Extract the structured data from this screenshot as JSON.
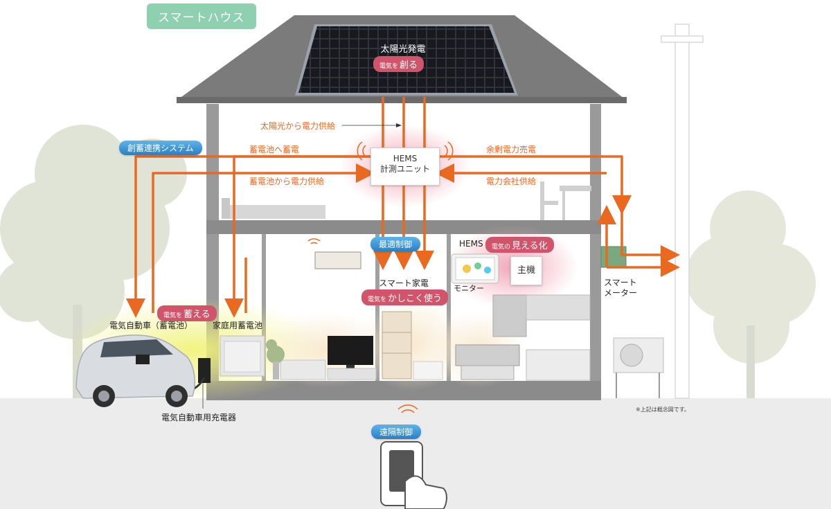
{
  "title": "スマートハウス",
  "solar": {
    "title": "太陽光発電",
    "tag_small": "電気を",
    "tag_big": "創る"
  },
  "hems_unit": {
    "line1": "HEMS",
    "line2": "計測ユニット"
  },
  "flows": {
    "solar_supply": "太陽光から電力供給",
    "to_battery": "蓄電池へ蓄電",
    "from_battery": "蓄電池から電力供給",
    "surplus_sale": "余剰電力売電",
    "utility_supply": "電力会社供給"
  },
  "system_label": "創蓄連携システム",
  "optimal_control": "最適制御",
  "remote_control": "遠隔制御",
  "hems_vis": {
    "label": "HEMS",
    "tag_small": "電気の",
    "tag_big": "見える化"
  },
  "main_unit": "主機",
  "monitor": "モニター",
  "smart_appliances": {
    "label": "スマート家電",
    "tag_small": "電気を",
    "tag_big": "かしこく使う"
  },
  "store_tag": {
    "tag_small": "電気を",
    "tag_big": "蓄える"
  },
  "ev": "電気自動車（蓄電池）",
  "home_battery": "家庭用蓄電池",
  "charger": "電気自動車用充電器",
  "smart_meter": {
    "line1": "スマート",
    "line2": "メーター"
  },
  "note": "※上記は概念図です。",
  "colors": {
    "accent": "#e8691f",
    "teal": "#8fd0b0",
    "blue": "#2a7fc4",
    "pink": "#d0556b"
  }
}
